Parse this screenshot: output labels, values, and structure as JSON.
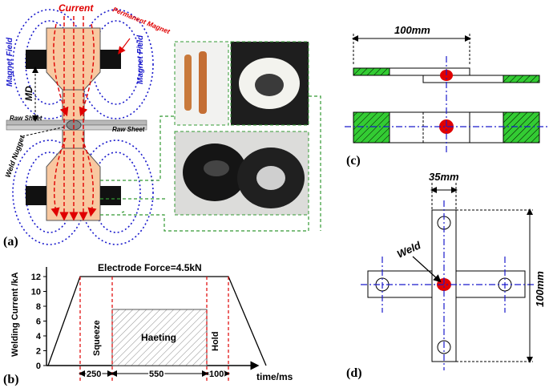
{
  "panel_a": {
    "label": "(a)",
    "current": "Current",
    "permanent_magnet": "Permanent Magnet",
    "magnet_field_left": "Magnet Field",
    "magnet_field_right": "Magnet Field",
    "md": "MD",
    "raw_sheet_left": "Raw Sheet",
    "raw_sheet_right": "Raw Sheet",
    "weld_nugget": "Weld Nugget"
  },
  "panel_b": {
    "label": "(b)",
    "title": "Electrode Force=4.5kN",
    "ylabel": "Welding Current /kA",
    "xlabel": "time/ms",
    "squeeze": "Squeeze",
    "heating": "Haeting",
    "hold": "Hold",
    "seg1": "250",
    "seg2": "550",
    "seg3": "100",
    "yticks": [
      "0",
      "2",
      "4",
      "6",
      "8",
      "10",
      "12"
    ]
  },
  "panel_c": {
    "label": "(c)",
    "dim": "100mm"
  },
  "panel_d": {
    "label": "(d)",
    "dim_w": "35mm",
    "dim_h": "100mm",
    "weld": "Weld"
  },
  "colors": {
    "dashed_blue": "#1a1acc",
    "red": "#e00000",
    "electrode": "#f8c8a0",
    "hatch_green": "#33cc33",
    "photo_border": "#339933"
  }
}
